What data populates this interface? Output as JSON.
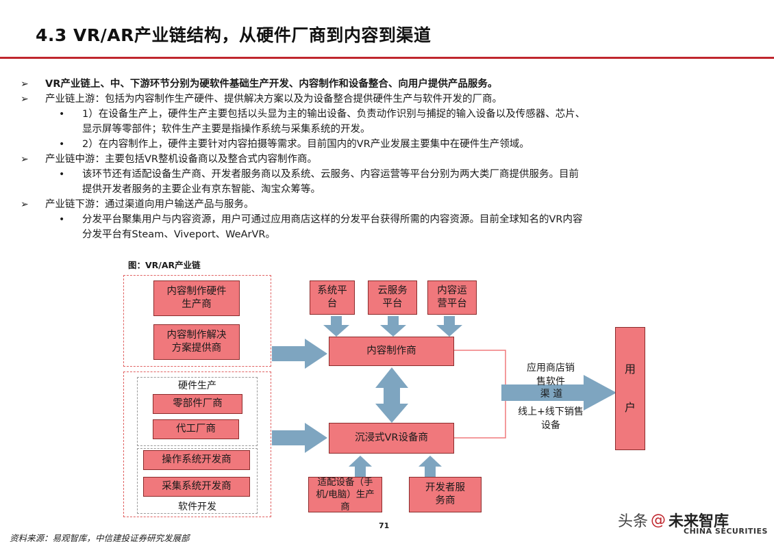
{
  "title": "4.3 VR/AR产业链结构，从硬件厂商到内容到渠道",
  "bullets": {
    "l1": "VR产业链上、中、下游环节分别为硬软件基础生产开发、内容制作和设备整合、向用户提供产品服务。",
    "l2": "产业链上游：包括为内容制作生产硬件、提供解决方案以及为设备整合提供硬件生产与软件开发的厂商。",
    "l3": "1）在设备生产上，硬件生产主要包括以头显为主的输出设备、负责动作识别与捕捉的输入设备以及传感器、芯片、",
    "l4": "显示屏等零部件；软件生产主要是指操作系统与采集系统的开发。",
    "l5": "2）在内容制作上，硬件主要针对内容拍摄等需求。目前国内的VR产业发展主要集中在硬件生产领域。",
    "l6": "产业链中游：主要包括VR整机设备商以及整合式内容制作商。",
    "l7": "该环节还有适配设备生产商、开发者服务商以及系统、云服务、内容运营等平台分别为两大类厂商提供服务。目前",
    "l8": "提供开发者服务的主要企业有京东智能、淘宝众筹等。",
    "l9": "产业链下游：通过渠道向用户输送产品与服务。",
    "l10": "分发平台聚集用户与内容资源，用户可通过应用商店这样的分发平台获得所需的内容资源。目前全球知名的VR内容",
    "l11": "分发平台有Steam、Viveport、WeArVR。",
    "arrow_glyph": "➢",
    "dot_glyph": "•"
  },
  "figure": {
    "caption": "图：VR/AR产业链",
    "content_hw": "内容制作硬件生产商",
    "content_solution": "内容制作解决方案提供商",
    "hw_group_label": "硬件生产",
    "parts": "零部件厂商",
    "oem": "代工厂商",
    "os_dev": "操作系统开发商",
    "capture_dev": "采集系统开发商",
    "sw_group_label": "软件开发",
    "sys_platform": "系统平台",
    "cloud_platform": "云服务平台",
    "ops_platform": "内容运营平台",
    "content_maker": "内容制作商",
    "vr_device": "沉浸式VR设备商",
    "adapt_device": "适配设备（手机/电脑）生产商",
    "dev_service": "开发者服务商",
    "channel_top": "应用商店销售软件",
    "channel_mid": "渠  道",
    "channel_bottom": "线上+线下销售设备",
    "user": "用户"
  },
  "footer": {
    "page": "71",
    "source": "资料来源：易观智库，中信建投证券研究发展部",
    "wm_a": "头条",
    "wm_at": "@",
    "wm_b": "未来智库",
    "wm_sub": "CHINA SECURITIES"
  },
  "colors": {
    "accent": "#c0262d",
    "box_fill": "#f0787c",
    "arrow": "#7ea5c0"
  }
}
